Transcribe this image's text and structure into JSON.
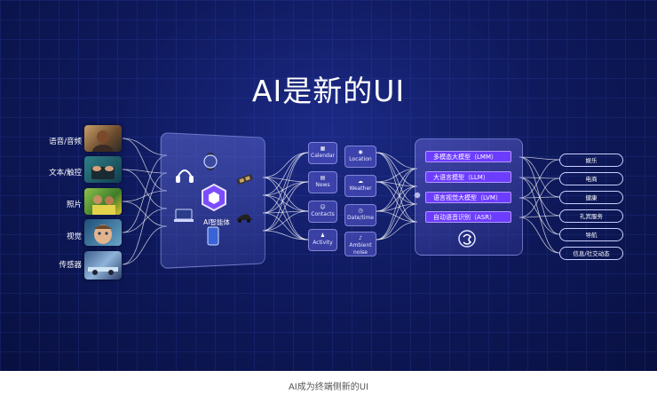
{
  "title": "AI是新的UI",
  "caption": "AI成为终端侧新的UI",
  "inputs": [
    {
      "label": "语音/音频",
      "thumb": "portrait-photo"
    },
    {
      "label": "文本/触控",
      "thumb": "typing-hands-photo"
    },
    {
      "label": "照片",
      "thumb": "people-photo"
    },
    {
      "label": "视觉",
      "thumb": "child-face-photo"
    },
    {
      "label": "传感器",
      "thumb": "sensor-scene-photo"
    }
  ],
  "agent": {
    "label": "AI智能体"
  },
  "apps": [
    {
      "label": "Calendar",
      "icon": "calendar-icon"
    },
    {
      "label": "Location",
      "icon": "location-icon"
    },
    {
      "label": "News",
      "icon": "news-icon"
    },
    {
      "label": "Weather",
      "icon": "weather-icon"
    },
    {
      "label": "Contacts",
      "icon": "contacts-icon"
    },
    {
      "label": "Date/time",
      "icon": "clock-icon"
    },
    {
      "label": "Activity",
      "icon": "activity-icon"
    },
    {
      "label": "Ambient noise",
      "icon": "noise-icon"
    }
  ],
  "models": [
    "多模态大模型（LMM）",
    "大语言模型（LLM）",
    "语言视觉大模型（LVM）",
    "自动语音识别（ASR）"
  ],
  "outputs": [
    "娱乐",
    "电商",
    "健康",
    "礼宾服务",
    "导航",
    "信息/社交动态"
  ],
  "colors": {
    "background": "#0f1a5e",
    "model_bar": "#6d3dff",
    "wire": "#ffffff"
  }
}
